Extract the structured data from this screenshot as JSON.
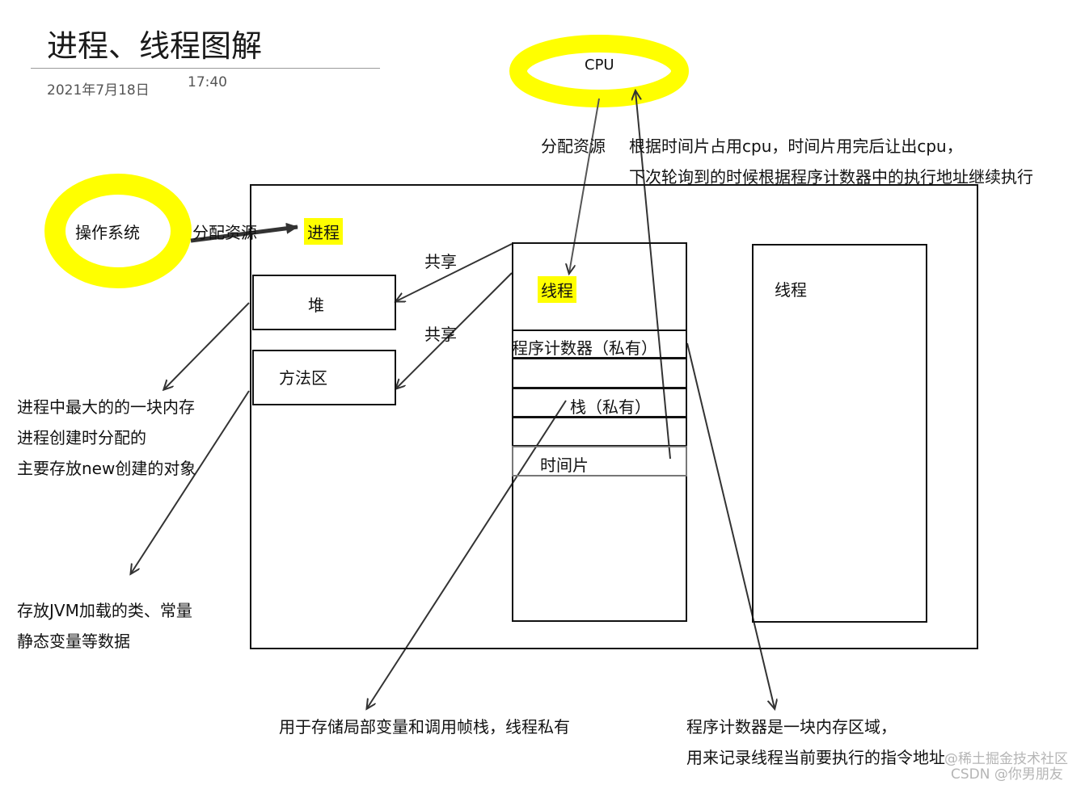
{
  "header": {
    "title": "进程、线程图解",
    "date": "2021年7月18日",
    "time": "17:40"
  },
  "os": {
    "label": "操作系统",
    "arrow_label": "分配资源"
  },
  "cpu": {
    "label": "CPU",
    "arrow_label": "分配资源",
    "note_line1": "根据时间片占用cpu，时间片用完后让出cpu，",
    "note_line2": "下次轮询到的时候根据程序计数器中的执行地址继续执行"
  },
  "process": {
    "label": "进程",
    "heap_label": "堆",
    "method_area_label": "方法区",
    "share_label_1": "共享",
    "share_label_2": "共享"
  },
  "thread_main": {
    "label": "线程",
    "pc_label": "程序计数器（私有）",
    "stack_label": "栈（私有）",
    "timeslice_label": "时间片"
  },
  "thread_other": {
    "label": "线程"
  },
  "notes": {
    "heap_1": "进程中最大的的一块内存",
    "heap_2": "进程创建时分配的",
    "heap_3": "主要存放new创建的对象",
    "method_1": "存放JVM加载的类、常量",
    "method_2": "静态变量等数据",
    "stack": "用于存储局部变量和调用帧栈，线程私有",
    "pc_1": "程序计数器是一块内存区域，",
    "pc_2": "用来记录线程当前要执行的指令地址"
  },
  "watermark": {
    "line1": "@稀土掘金技术社区",
    "line2": "CSDN @你男朋友"
  },
  "colors": {
    "highlight": "#ffff00",
    "ring": "#ffff00",
    "line": "#111111",
    "arrow": "#333333"
  }
}
